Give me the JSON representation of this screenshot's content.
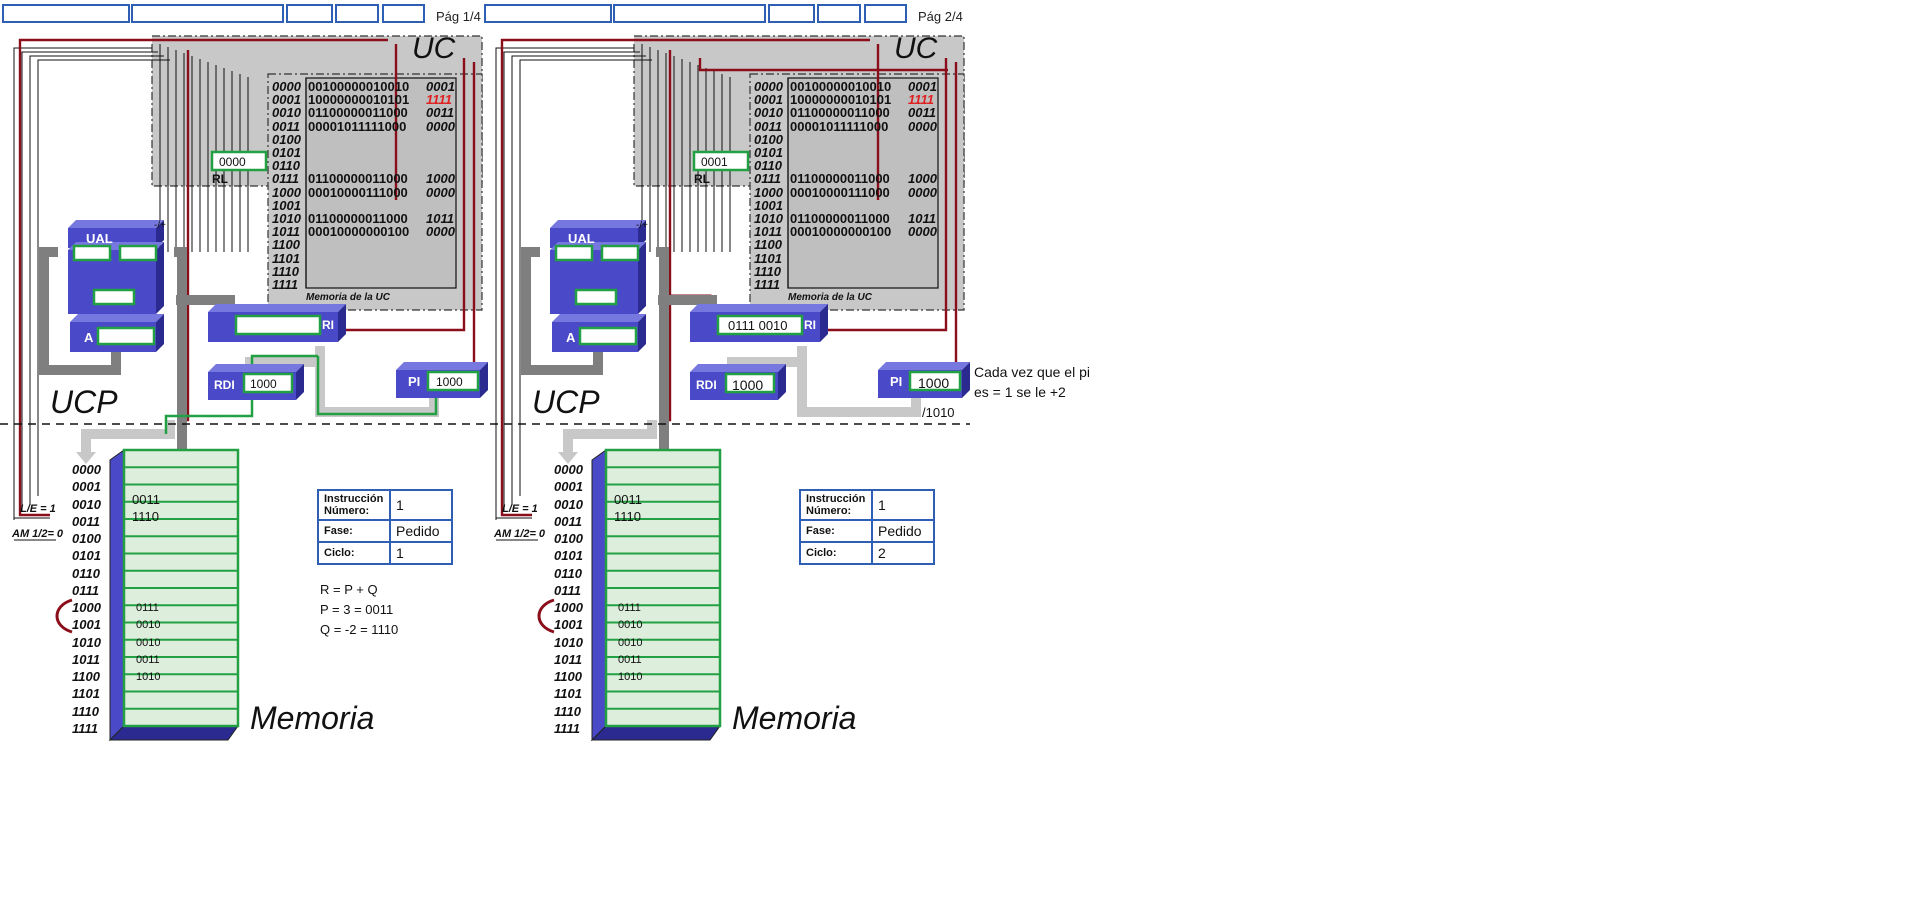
{
  "pages": [
    {
      "page_label": "Pág 1/4",
      "uc_title": "UC",
      "ucp_label": "UCP",
      "memory_label": "Memoria",
      "uc_memory_label": "Memoria de la UC",
      "ual_label": "UAL",
      "op_label": "-/+",
      "rl_label": "RL",
      "rl_value": "0000",
      "a_label": "A",
      "ri_label": "RI",
      "ri_value": "",
      "rdi_label": "RDI",
      "rdi_value": "1000",
      "pi_label": "PI",
      "pi_value": "1000",
      "le_label": "L/E = 1",
      "am_label": "AM 1/2= 0",
      "uc_addresses": [
        "0000",
        "0001",
        "0010",
        "0011",
        "0100",
        "0101",
        "0110",
        "0111",
        "1000",
        "1001",
        "1010",
        "1011",
        "1100",
        "1101",
        "1110",
        "1111"
      ],
      "uc_codes": [
        "00100000010010",
        "10000000010101",
        "01100000011000",
        "00001011111000",
        "",
        "",
        "",
        "01100000011000",
        "00010000111000",
        "",
        "01100000011000",
        "00010000000100",
        "",
        "",
        "",
        ""
      ],
      "uc_code_tails": [
        "0001",
        "1111",
        "0011",
        "0000",
        "",
        "",
        "",
        "1000",
        "0000",
        "",
        "1011",
        "0000",
        "",
        "",
        "",
        ""
      ],
      "mem_addresses": [
        "0000",
        "0001",
        "0010",
        "0011",
        "0100",
        "0101",
        "0110",
        "0111",
        "1000",
        "1001",
        "1010",
        "1011",
        "1100",
        "1101",
        "1110",
        "1111"
      ],
      "mem_values": [
        "",
        "",
        "0011",
        "1110",
        "",
        "",
        "",
        "",
        "0111",
        "0010",
        "0010",
        "0011",
        "1010",
        "",
        "",
        ""
      ],
      "info": {
        "instr_label": "Instrucción Número:",
        "instr_value": "1",
        "fase_label": "Fase:",
        "fase_value": "Pedido",
        "ciclo_label": "Ciclo:",
        "ciclo_value": "1"
      },
      "notes": [
        "R = P + Q",
        "P = 3 = 0011",
        "Q = -2 = 1110"
      ]
    },
    {
      "page_label": "Pág 2/4",
      "uc_title": "UC",
      "ucp_label": "UCP",
      "memory_label": "Memoria",
      "uc_memory_label": "Memoria de la UC",
      "ual_label": "UAL",
      "op_label": "-/+",
      "rl_label": "RL",
      "rl_value": "0001",
      "a_label": "A",
      "ri_label": "RI",
      "ri_value": "0111 0010",
      "rdi_label": "RDI",
      "rdi_value": "1000",
      "pi_label": "PI",
      "pi_value": "1000",
      "le_label": "L/E = 1",
      "am_label": "AM 1/2= 0",
      "uc_addresses": [
        "0000",
        "0001",
        "0010",
        "0011",
        "0100",
        "0101",
        "0110",
        "0111",
        "1000",
        "1001",
        "1010",
        "1011",
        "1100",
        "1101",
        "1110",
        "1111"
      ],
      "uc_codes": [
        "00100000010010",
        "10000000010101",
        "01100000011000",
        "00001011111000",
        "",
        "",
        "",
        "01100000011000",
        "00010000111000",
        "",
        "01100000011000",
        "00010000000100",
        "",
        "",
        "",
        ""
      ],
      "uc_code_tails": [
        "0001",
        "1111",
        "0011",
        "0000",
        "",
        "",
        "",
        "1000",
        "0000",
        "",
        "1011",
        "0000",
        "",
        "",
        "",
        ""
      ],
      "mem_addresses": [
        "0000",
        "0001",
        "0010",
        "0011",
        "0100",
        "0101",
        "0110",
        "0111",
        "1000",
        "1001",
        "1010",
        "1011",
        "1100",
        "1101",
        "1110",
        "1111"
      ],
      "mem_values": [
        "",
        "",
        "0011",
        "1110",
        "",
        "",
        "",
        "",
        "0111",
        "0010",
        "0010",
        "0011",
        "1010",
        "",
        "",
        ""
      ],
      "info": {
        "instr_label": "Instrucción Número:",
        "instr_value": "1",
        "fase_label": "Fase:",
        "fase_value": "Pedido",
        "ciclo_label": "Ciclo:",
        "ciclo_value": "2"
      },
      "notes": [],
      "side_note": "Cada vez que el pi es = 1 se le +2",
      "pi_next": "/1010"
    }
  ],
  "colors": {
    "header_border": "#2f5fb5",
    "register_blue": "#4a4ac8",
    "register_green": "#22a043",
    "bus_gray": "#7f7f7f",
    "bus_light": "#c8c8c8",
    "control_red": "#8b0f1a",
    "uc_bg": "#c8c8c8",
    "highlight_red": "#e02020"
  }
}
